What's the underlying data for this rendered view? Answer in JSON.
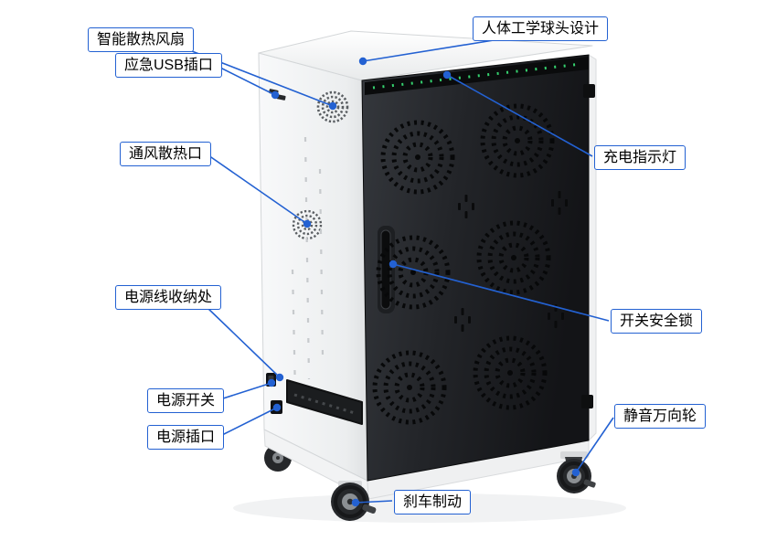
{
  "figure": {
    "callouts": [
      {
        "id": "smart-cooling-fan",
        "label": "智能散热风扇"
      },
      {
        "id": "emergency-usb-port",
        "label": "应急USB插口"
      },
      {
        "id": "ergonomic-ball-head",
        "label": "人体工学球头设计"
      },
      {
        "id": "ventilation-outlet",
        "label": "通风散热口"
      },
      {
        "id": "charging-indicator-light",
        "label": "充电指示灯"
      },
      {
        "id": "power-cord-storage",
        "label": "电源线收纳处"
      },
      {
        "id": "switch-safety-lock",
        "label": "开关安全锁"
      },
      {
        "id": "power-switch",
        "label": "电源开关"
      },
      {
        "id": "power-socket",
        "label": "电源插口"
      },
      {
        "id": "silent-swivel-casters",
        "label": "静音万向轮"
      },
      {
        "id": "wheel-brake",
        "label": "刹车制动"
      }
    ],
    "colors": {
      "accent": "#2361d2",
      "led": "#35d16e",
      "door_dark": "#1d1f23",
      "body_light": "#f4f5f6"
    }
  }
}
